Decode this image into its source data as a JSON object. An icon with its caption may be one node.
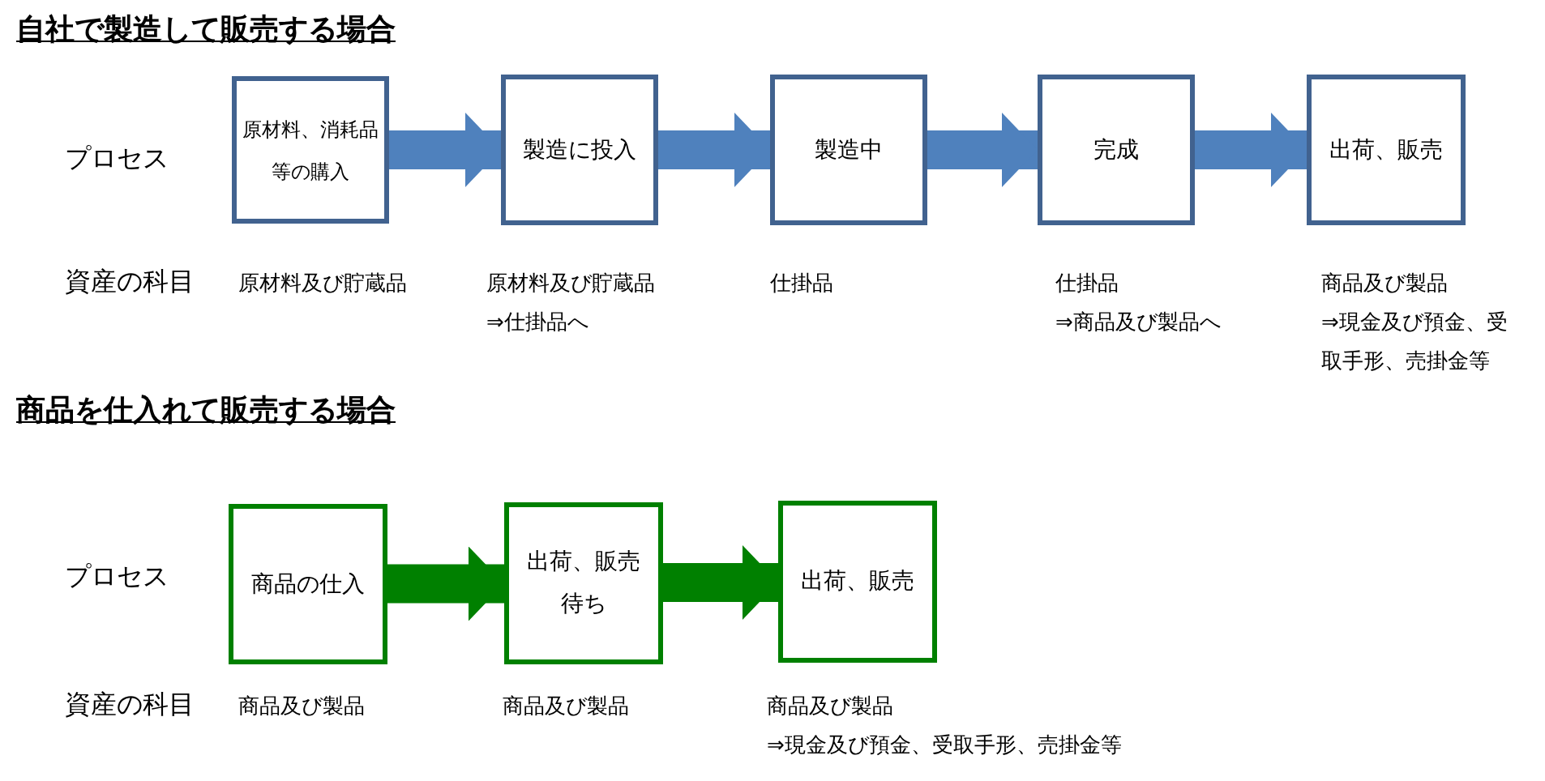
{
  "diagram": {
    "nodes": [
      {
        "text": [
          "原材料、消耗品等の購入"
        ],
        "beside": [
          "原材料及び貯蔵品"
        ]
      },
      {
        "text": [
          "製造に投入"
        ],
        "beside": [
          "原材料及び貯蔵品",
          "⇒仕掛品へ"
        ]
      },
      {
        "text": [
          "製造中"
        ],
        "beside": [
          "仕掛品"
        ]
      },
      {
        "text": [
          "完成"
        ],
        "beside": [
          "仕掛品",
          "⇒商品及び製品へ"
        ]
      },
      {
        "text": [
          "出荷、販売"
        ],
        "beside": [
          "商品及び製品",
          "⇒現金及び預金、受取手形、売掛金等"
        ]
      },
      {
        "text": [
          "商品の仕入"
        ],
        "beside": [
          "商品及び製品"
        ]
      },
      {
        "text": [
          "出荷、販売待ち"
        ],
        "beside": [
          "商品及び製品"
        ]
      },
      {
        "text": [
          "出荷、販売"
        ],
        "beside": [
          "商品及び製品",
          "⇒現金及び預金、受取手形、売掛金等"
        ]
      }
    ],
    "edges": [
      {
        "from": 0,
        "to": 1,
        "arrow": "to"
      },
      {
        "from": 1,
        "to": 2,
        "arrow": "to"
      },
      {
        "from": 2,
        "to": 3,
        "arrow": "to"
      },
      {
        "from": 3,
        "to": 4,
        "arrow": "to"
      },
      {
        "from": 5,
        "to": 6,
        "arrow": "to",
        "color": "#008000"
      },
      {
        "from": 6,
        "to": 7,
        "arrow": "to",
        "color": "#008000"
      }
    ],
    "labels": [
      "自社で製造して販売する場合",
      "プロセス",
      "資産の科目",
      "商品を仕入れて販売する場合",
      "プロセス",
      "資産の科目"
    ]
  }
}
